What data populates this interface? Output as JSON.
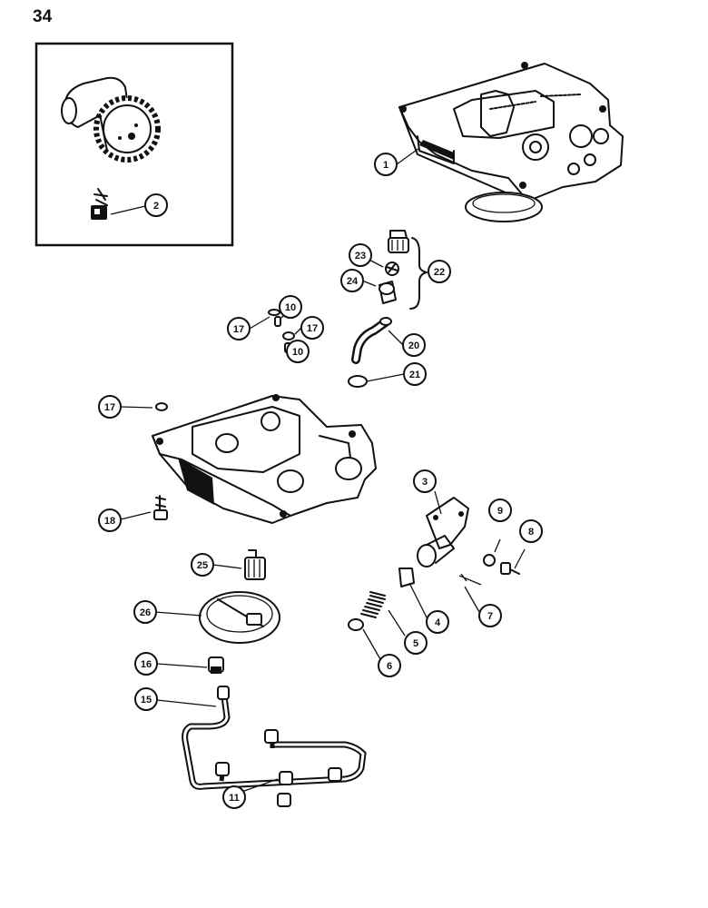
{
  "page": {
    "number": "34"
  },
  "callouts": [
    {
      "id": "c1",
      "label": "1"
    },
    {
      "id": "c2",
      "label": "2"
    },
    {
      "id": "c3",
      "label": "3"
    },
    {
      "id": "c4",
      "label": "4"
    },
    {
      "id": "c5",
      "label": "5"
    },
    {
      "id": "c6",
      "label": "6"
    },
    {
      "id": "c7",
      "label": "7"
    },
    {
      "id": "c8",
      "label": "8"
    },
    {
      "id": "c9",
      "label": "9"
    },
    {
      "id": "c10a",
      "label": "10"
    },
    {
      "id": "c10b",
      "label": "10"
    },
    {
      "id": "c11",
      "label": "11"
    },
    {
      "id": "c15",
      "label": "15"
    },
    {
      "id": "c16",
      "label": "16"
    },
    {
      "id": "c17a",
      "label": "17"
    },
    {
      "id": "c17b",
      "label": "17"
    },
    {
      "id": "c17c",
      "label": "17"
    },
    {
      "id": "c18",
      "label": "18"
    },
    {
      "id": "c20",
      "label": "20"
    },
    {
      "id": "c21",
      "label": "21"
    },
    {
      "id": "c22",
      "label": "22"
    },
    {
      "id": "c23",
      "label": "23"
    },
    {
      "id": "c24",
      "label": "24"
    },
    {
      "id": "c25",
      "label": "25"
    },
    {
      "id": "c26",
      "label": "26"
    }
  ]
}
